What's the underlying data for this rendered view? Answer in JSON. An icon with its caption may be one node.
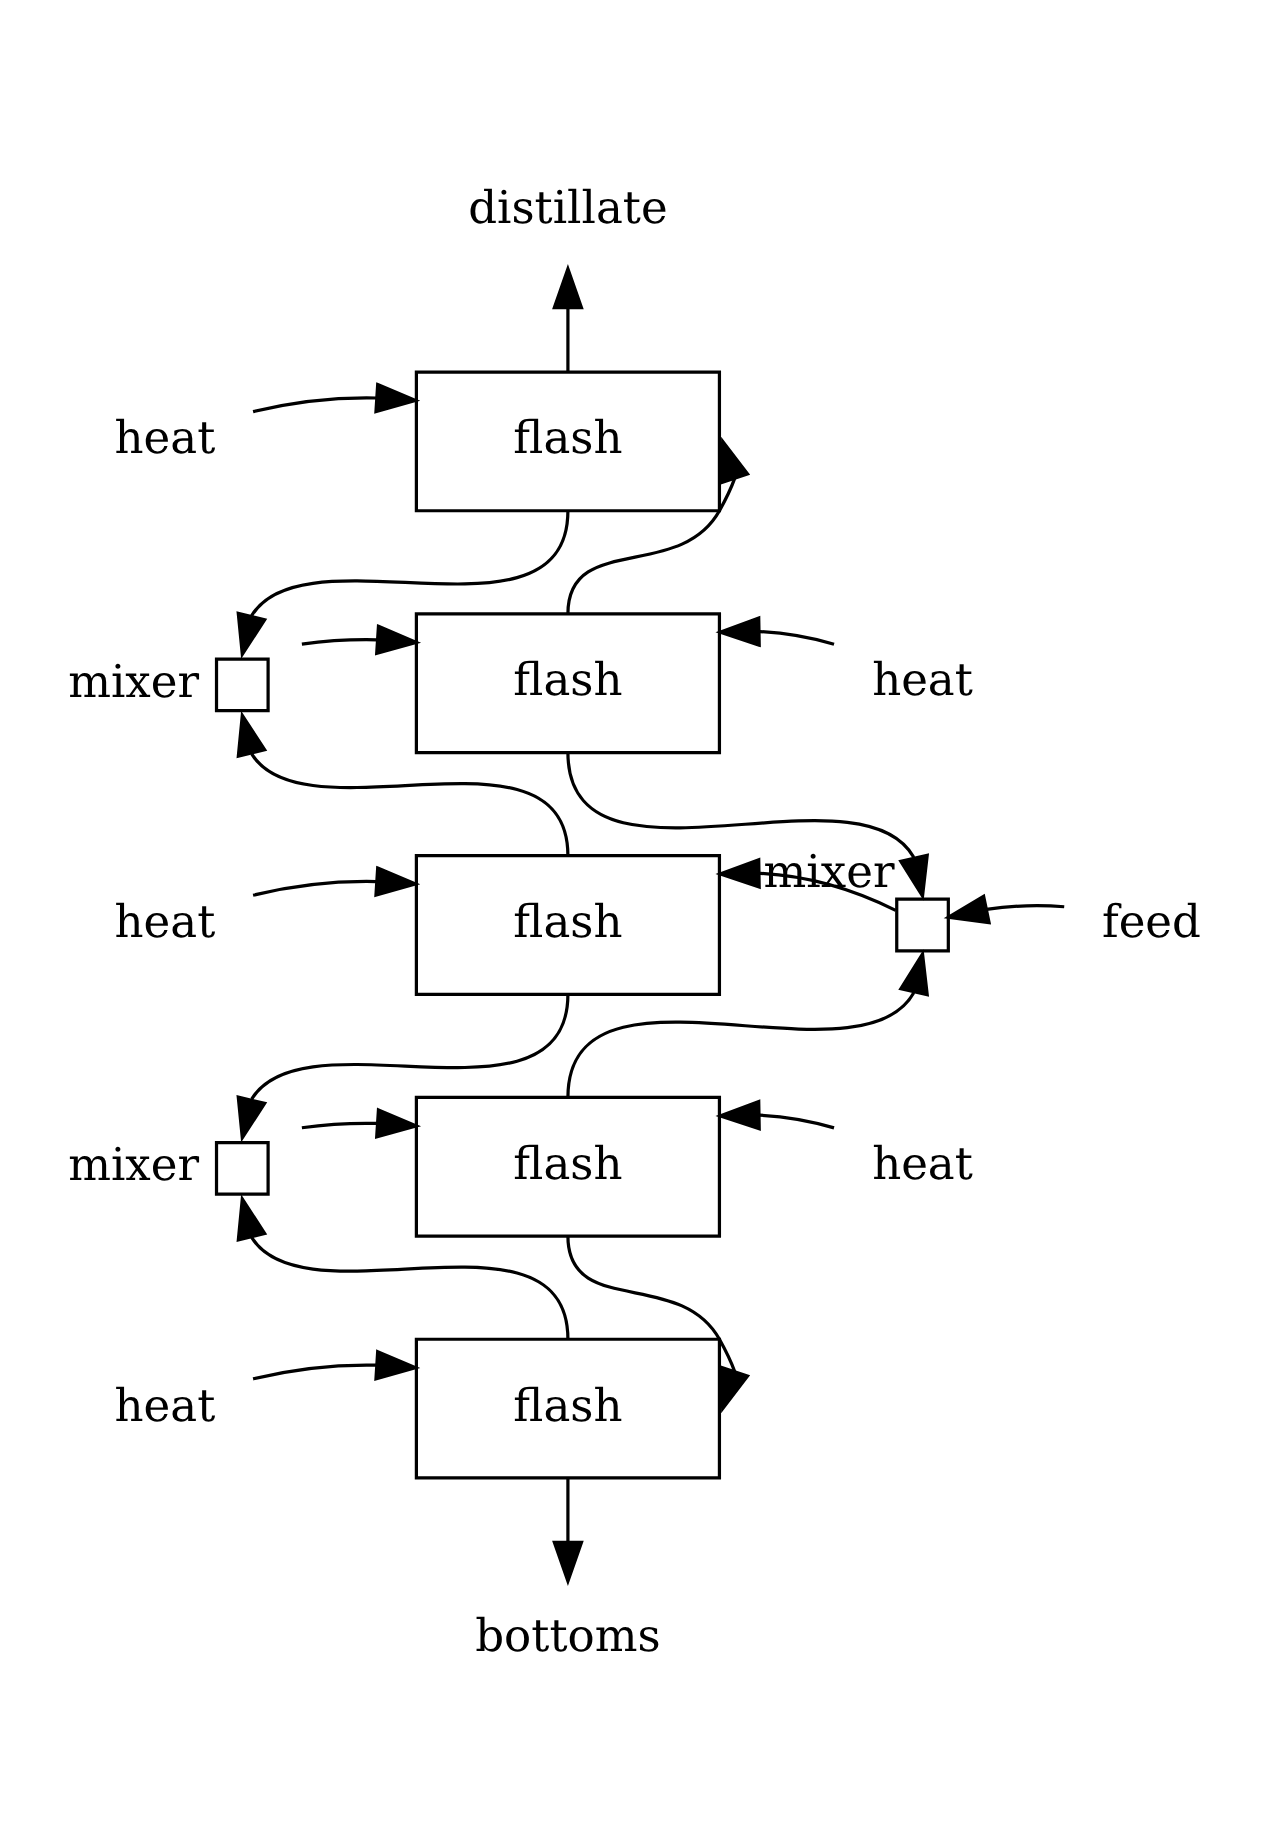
{
  "diagram": {
    "nodes": [
      {
        "text": [
          "distillate"
        ]
      },
      {
        "text": [
          "heat"
        ]
      },
      {
        "text": [
          "flash"
        ]
      },
      {
        "text": [
          "flash"
        ]
      },
      {
        "text": [
          "heat"
        ]
      },
      {
        "text": [],
        "shape": "box",
        "beside": [
          "mixer"
        ]
      },
      {
        "text": [
          "heat"
        ]
      },
      {
        "text": [
          "flash"
        ]
      },
      {
        "text": [],
        "shape": "box",
        "beside": [
          "mixer"
        ]
      },
      {
        "text": [
          "feed"
        ]
      },
      {
        "text": [],
        "shape": "box",
        "beside": [
          "mixer"
        ]
      },
      {
        "text": [
          "flash"
        ]
      },
      {
        "text": [
          "heat"
        ]
      },
      {
        "text": [
          "heat"
        ]
      },
      {
        "text": [
          "flash"
        ]
      },
      {
        "text": [
          "bottoms"
        ]
      }
    ],
    "edges": [
      {
        "from": 2,
        "to": 0,
        "arrow": "to"
      },
      {
        "from": 1,
        "to": 2,
        "arrow": "to"
      },
      {
        "from": 2,
        "to": 5,
        "arrow": "to"
      },
      {
        "from": 3,
        "to": 2,
        "arrow": "to"
      },
      {
        "from": 4,
        "to": 3,
        "arrow": "to"
      },
      {
        "from": 5,
        "to": 3,
        "arrow": "to"
      },
      {
        "from": 7,
        "to": 5,
        "arrow": "to"
      },
      {
        "from": 3,
        "to": 8,
        "arrow": "to"
      },
      {
        "from": 6,
        "to": 7,
        "arrow": "to"
      },
      {
        "from": 8,
        "to": 7,
        "arrow": "to"
      },
      {
        "from": 9,
        "to": 8,
        "arrow": "to"
      },
      {
        "from": 11,
        "to": 8,
        "arrow": "to"
      },
      {
        "from": 7,
        "to": 10,
        "arrow": "to"
      },
      {
        "from": 10,
        "to": 11,
        "arrow": "to"
      },
      {
        "from": 12,
        "to": 11,
        "arrow": "to"
      },
      {
        "from": 14,
        "to": 10,
        "arrow": "to"
      },
      {
        "from": 11,
        "to": 14,
        "arrow": "to"
      },
      {
        "from": 13,
        "to": 14,
        "arrow": "to"
      },
      {
        "from": 14,
        "to": 15,
        "arrow": "to"
      }
    ]
  }
}
